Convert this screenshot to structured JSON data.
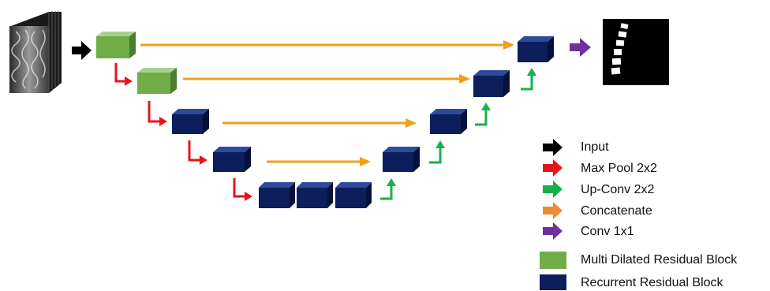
{
  "colors": {
    "input_arrow": "#000000",
    "maxpool_arrow": "#e5141b",
    "upconv_arrow": "#18b04a",
    "concat_arrow": "#f0a018",
    "conv_arrow": "#7030a0",
    "multi_dilated_block": "#70ad47",
    "recurrent_block": "#0c1e5c"
  },
  "legend": {
    "input": "Input",
    "max_pool": "Max Pool 2x2",
    "up_conv": "Up-Conv 2x2",
    "concatenate": "Concatenate",
    "conv": "Conv 1x1",
    "multi_dilated": "Multi Dilated Residual Block",
    "recurrent": "Recurrent Residual Block"
  },
  "images": {
    "input_image": "spine-ct-slice",
    "output_image": "vertebrae-segmentation-mask"
  }
}
